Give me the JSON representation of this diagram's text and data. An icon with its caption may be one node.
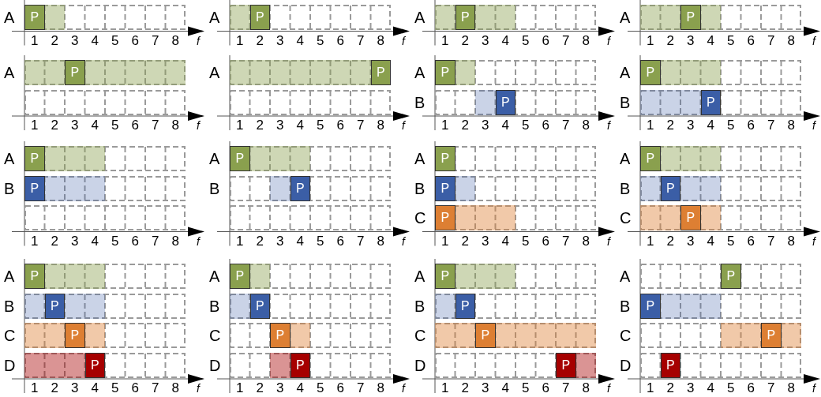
{
  "diagram": {
    "nodes": [
      {
        "text": [
          "A"
        ]
      },
      {
        "text": [],
        "shape": "bar",
        "in": 0
      },
      {
        "text": [
          "P"
        ],
        "in": 1
      },
      {
        "text": [
          "A"
        ]
      },
      {
        "text": [],
        "shape": "bar",
        "in": 3
      },
      {
        "text": [
          "P"
        ],
        "in": 4
      },
      {
        "text": [
          "A"
        ]
      },
      {
        "text": [],
        "shape": "bar",
        "in": 6
      },
      {
        "text": [
          "P"
        ],
        "in": 7
      },
      {
        "text": [
          "A"
        ]
      },
      {
        "text": [],
        "shape": "bar",
        "in": 9
      },
      {
        "text": [
          "P"
        ],
        "in": 10
      },
      {
        "text": [
          "A"
        ]
      },
      {
        "text": [],
        "shape": "bar",
        "in": 12
      },
      {
        "text": [
          "P"
        ],
        "in": 12
      },
      {
        "text": [],
        "shape": "box"
      },
      {
        "text": [
          "A"
        ]
      },
      {
        "text": [],
        "shape": "bar",
        "in": 16
      },
      {
        "text": [
          "P"
        ],
        "in": 16
      },
      {
        "text": [],
        "shape": "box"
      },
      {
        "text": [
          "A"
        ]
      },
      {
        "text": [],
        "shape": "bar",
        "in": 20
      },
      {
        "text": [
          "P"
        ],
        "in": 21
      },
      {
        "text": [
          "B"
        ]
      },
      {
        "text": [],
        "shape": "bar",
        "in": 23
      },
      {
        "text": [
          "P"
        ],
        "in": 24
      },
      {
        "text": [
          "A"
        ]
      },
      {
        "text": [],
        "shape": "bar",
        "in": 26
      },
      {
        "text": [
          "P"
        ],
        "in": 27
      },
      {
        "text": [
          "B"
        ]
      },
      {
        "text": [],
        "shape": "bar",
        "in": 29
      },
      {
        "text": [
          "P"
        ],
        "in": 30
      },
      {
        "text": [
          "A"
        ]
      },
      {
        "text": [],
        "shape": "bar",
        "in": 32
      },
      {
        "text": [
          "P"
        ],
        "in": 33
      },
      {
        "text": [
          "B"
        ]
      },
      {
        "text": [],
        "shape": "bar",
        "in": 35
      },
      {
        "text": [
          "P"
        ],
        "in": 36
      },
      {
        "text": [],
        "shape": "box"
      },
      {
        "text": [
          "A"
        ]
      },
      {
        "text": [],
        "shape": "bar",
        "in": 39
      },
      {
        "text": [
          "P"
        ],
        "in": 40
      },
      {
        "text": [
          "B"
        ]
      },
      {
        "text": [],
        "shape": "bar",
        "in": 42
      },
      {
        "text": [
          "P"
        ],
        "in": 43
      },
      {
        "text": [],
        "shape": "box"
      },
      {
        "text": [
          "A"
        ]
      },
      {
        "text": [
          "P"
        ],
        "in": 46
      },
      {
        "text": [
          "B"
        ]
      },
      {
        "text": [],
        "shape": "bar",
        "in": 48
      },
      {
        "text": [
          "P"
        ],
        "in": 49
      },
      {
        "text": [
          "C"
        ]
      },
      {
        "text": [],
        "shape": "bar",
        "in": 51
      },
      {
        "text": [
          "P"
        ],
        "in": 52
      },
      {
        "text": [
          "A"
        ]
      },
      {
        "text": [],
        "shape": "bar",
        "in": 54
      },
      {
        "text": [
          "P"
        ],
        "in": 55
      },
      {
        "text": [
          "B"
        ]
      },
      {
        "text": [],
        "shape": "bar",
        "in": 57
      },
      {
        "text": [
          "P"
        ],
        "in": 58
      },
      {
        "text": [
          "C"
        ]
      },
      {
        "text": [],
        "shape": "bar",
        "in": 60
      },
      {
        "text": [
          "P"
        ],
        "in": 61
      },
      {
        "text": [
          "A"
        ]
      },
      {
        "text": [],
        "shape": "bar",
        "in": 63
      },
      {
        "text": [
          "P"
        ],
        "in": 64
      },
      {
        "text": [
          "B"
        ]
      },
      {
        "text": [],
        "shape": "bar",
        "in": 66
      },
      {
        "text": [
          "P"
        ],
        "in": 67
      },
      {
        "text": [
          "C"
        ]
      },
      {
        "text": [],
        "shape": "bar",
        "in": 69
      },
      {
        "text": [
          "P"
        ],
        "in": 70
      },
      {
        "text": [
          "D"
        ]
      },
      {
        "text": [],
        "shape": "bar",
        "in": 72
      },
      {
        "text": [
          "P"
        ],
        "in": 73
      },
      {
        "text": [
          "A"
        ]
      },
      {
        "text": [],
        "shape": "bar",
        "in": 75
      },
      {
        "text": [
          "P"
        ],
        "in": 76
      },
      {
        "text": [
          "B"
        ]
      },
      {
        "text": [],
        "shape": "bar",
        "in": 78
      },
      {
        "text": [
          "P"
        ],
        "in": 79
      },
      {
        "text": [
          "C"
        ]
      },
      {
        "text": [],
        "shape": "bar",
        "in": 81
      },
      {
        "text": [
          "P"
        ],
        "in": 82
      },
      {
        "text": [
          "D"
        ]
      },
      {
        "text": [],
        "shape": "bar",
        "in": 84
      },
      {
        "text": [
          "P"
        ],
        "in": 85
      },
      {
        "text": [
          "A"
        ]
      },
      {
        "text": [],
        "shape": "bar",
        "in": 87
      },
      {
        "text": [
          "P"
        ],
        "in": 88
      },
      {
        "text": [
          "B"
        ]
      },
      {
        "text": [],
        "shape": "bar",
        "in": 90
      },
      {
        "text": [
          "P"
        ],
        "in": 91
      },
      {
        "text": [
          "C"
        ]
      },
      {
        "text": [],
        "shape": "bar",
        "in": 93
      },
      {
        "text": [
          "P"
        ],
        "in": 93
      },
      {
        "text": [
          "D"
        ]
      },
      {
        "text": [],
        "shape": "bar",
        "in": 96
      },
      {
        "text": [
          "P"
        ],
        "in": 97
      },
      {
        "text": [
          "A"
        ]
      },
      {
        "text": [
          "P"
        ],
        "in": 99
      },
      {
        "text": [
          "B"
        ]
      },
      {
        "text": [],
        "shape": "bar",
        "in": 101
      },
      {
        "text": [
          "P"
        ],
        "in": 102
      },
      {
        "text": [
          "C"
        ]
      },
      {
        "text": [],
        "shape": "bar",
        "in": 104
      },
      {
        "text": [
          "P"
        ],
        "in": 105
      },
      {
        "text": [
          "D"
        ]
      },
      {
        "text": [
          "P"
        ],
        "in": 107
      }
    ],
    "labels": [
      "1",
      "2",
      "3",
      "4",
      "5",
      "6",
      "7",
      "8",
      "f",
      "1",
      "2",
      "3",
      "4",
      "5",
      "6",
      "7",
      "8",
      "f",
      "1",
      "2",
      "3",
      "4",
      "5",
      "6",
      "7",
      "8",
      "f",
      "1",
      "2",
      "3",
      "4",
      "5",
      "6",
      "7",
      "8",
      "f",
      "1",
      "2",
      "3",
      "4",
      "5",
      "6",
      "7",
      "8",
      "f",
      "1",
      "2",
      "3",
      "4",
      "5",
      "6",
      "7",
      "8",
      "f",
      "1",
      "2",
      "3",
      "4",
      "5",
      "6",
      "7",
      "8",
      "f",
      "1",
      "2",
      "3",
      "4",
      "5",
      "6",
      "7",
      "8",
      "f",
      "1",
      "2",
      "3",
      "4",
      "5",
      "6",
      "7",
      "8",
      "f",
      "1",
      "2",
      "3",
      "4",
      "5",
      "6",
      "7",
      "8",
      "f",
      "1",
      "2",
      "3",
      "4",
      "5",
      "6",
      "7",
      "8",
      "f",
      "1",
      "2",
      "3",
      "4",
      "5",
      "6",
      "7",
      "8",
      "f",
      "1",
      "2",
      "3",
      "4",
      "5",
      "6",
      "7",
      "8",
      "f",
      "1",
      "2",
      "3",
      "4",
      "5",
      "6",
      "7",
      "8",
      "f",
      "1",
      "2",
      "3",
      "4",
      "5",
      "6",
      "7",
      "8",
      "f",
      "1",
      "2",
      "3",
      "4",
      "5",
      "6",
      "7",
      "8",
      "f"
    ]
  }
}
